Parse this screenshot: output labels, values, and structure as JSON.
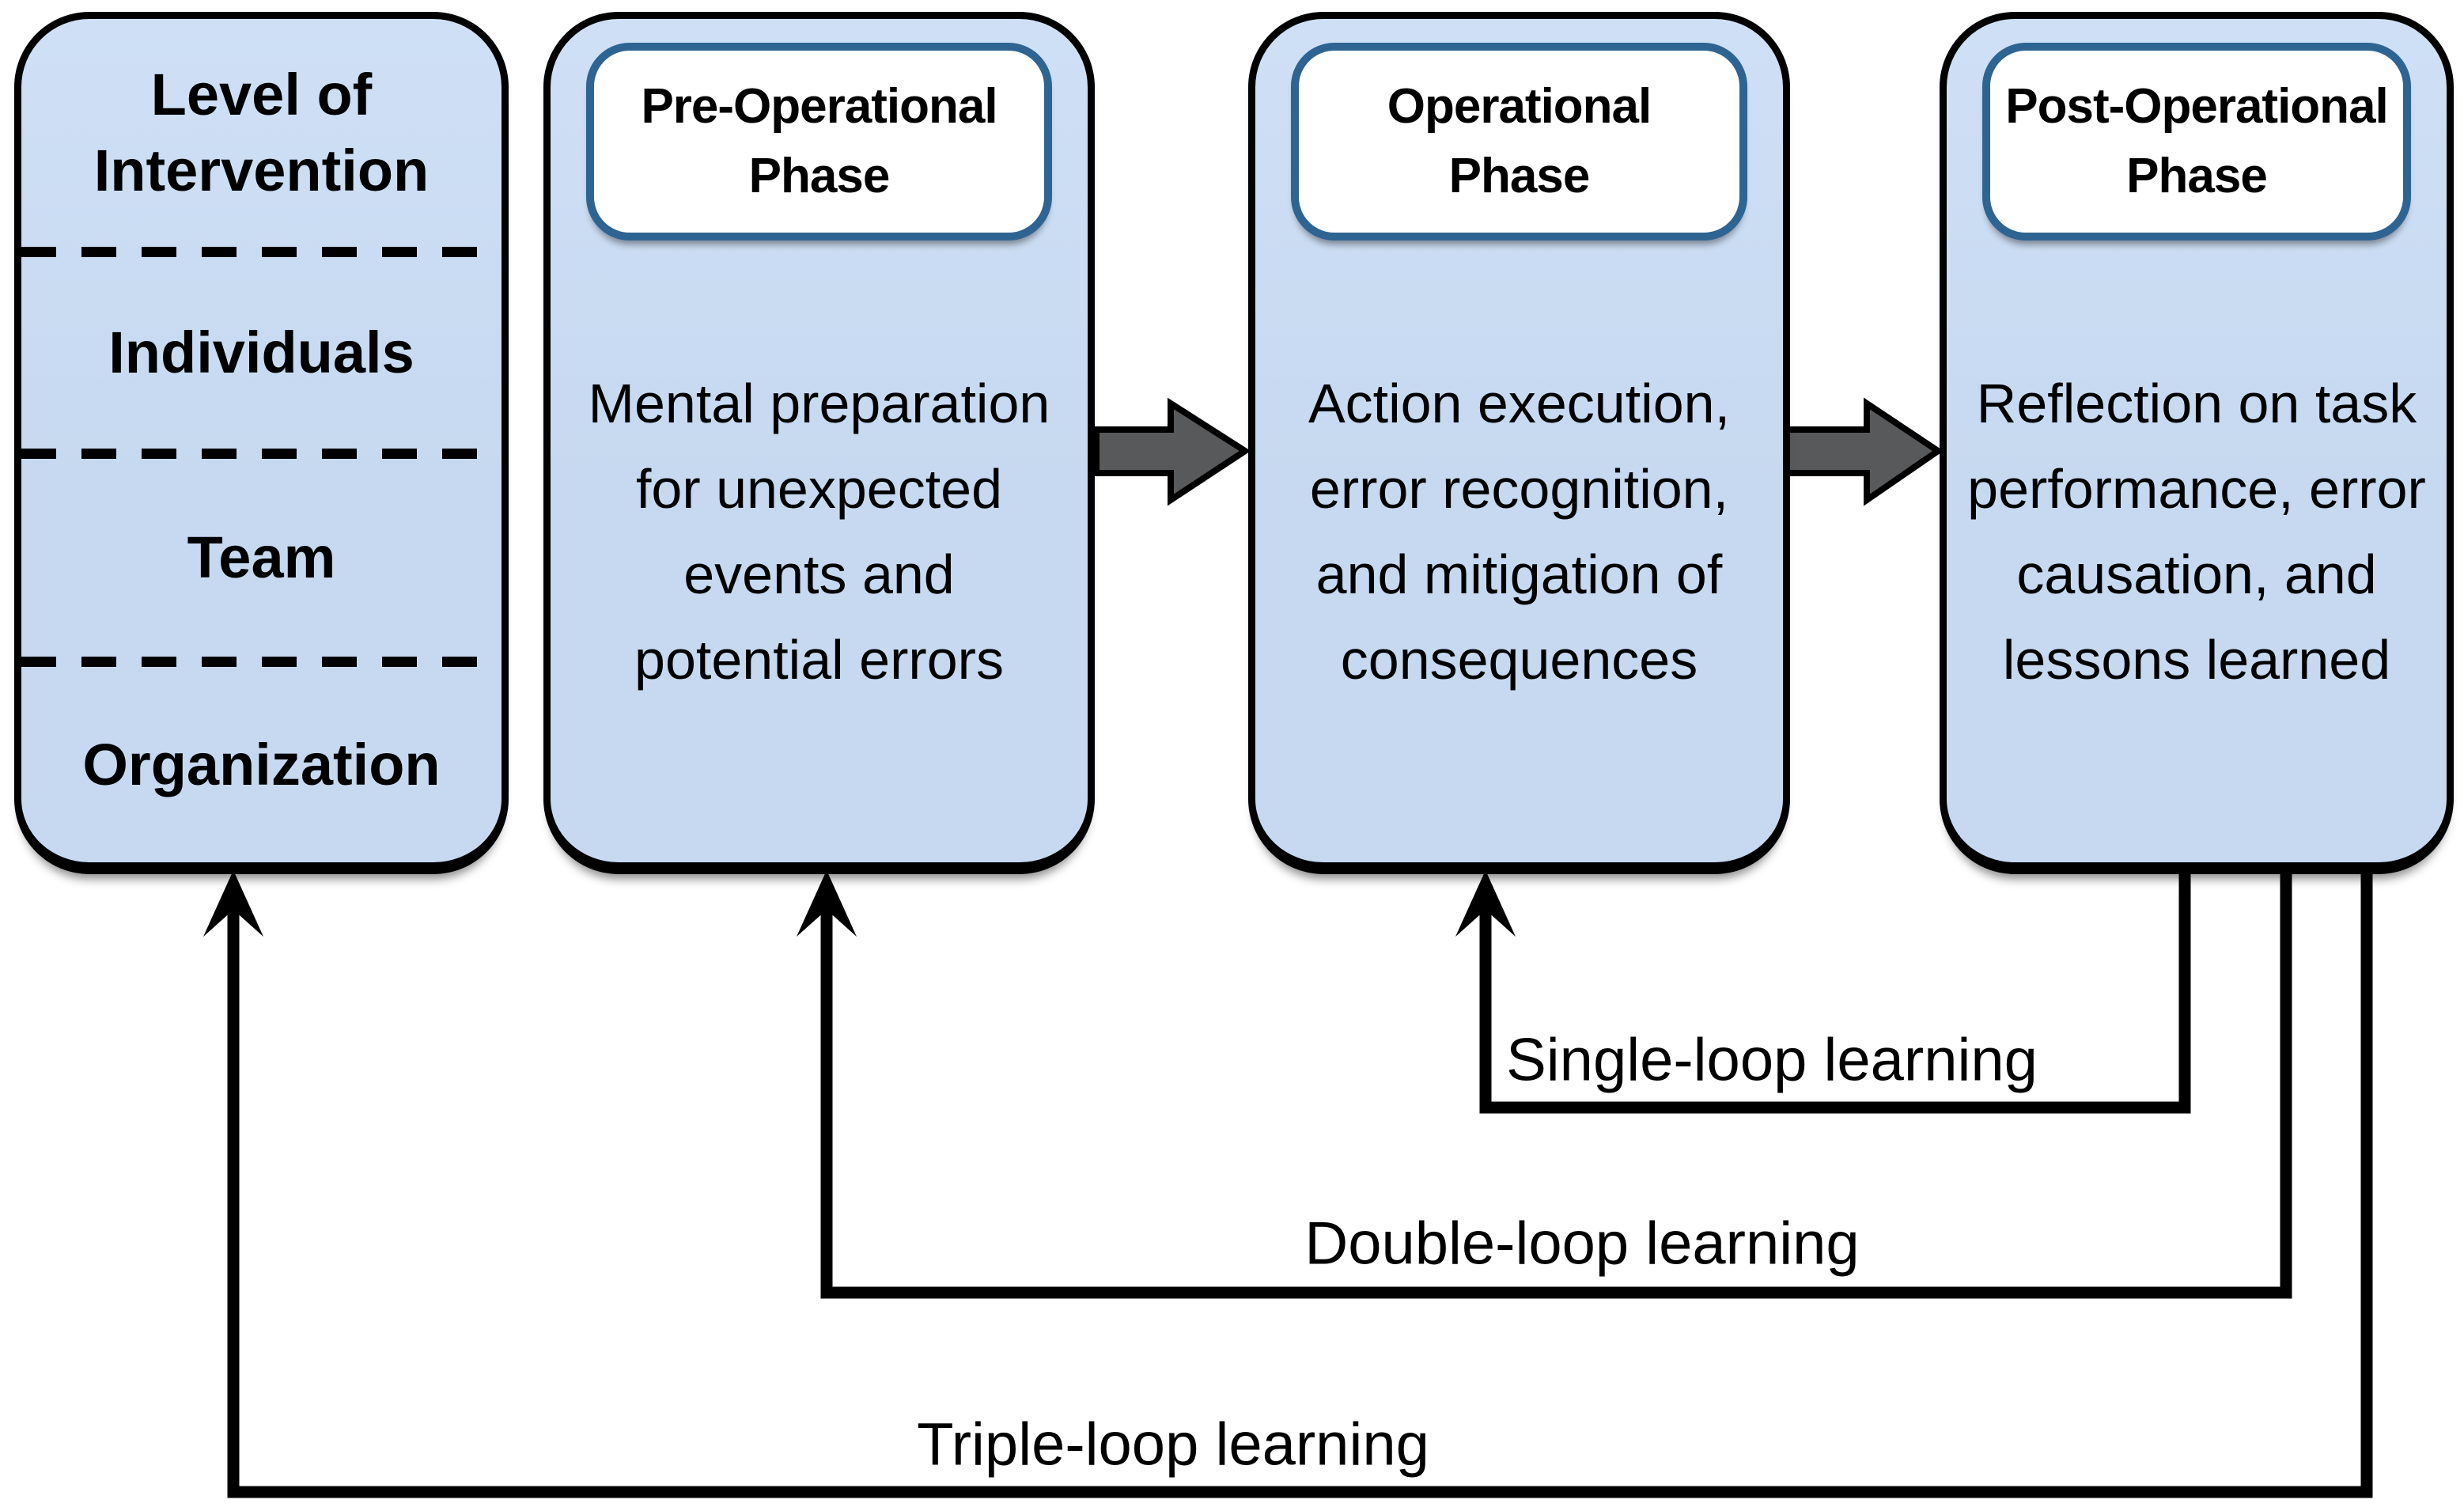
{
  "colors": {
    "box_fill": "#C6D9F0",
    "box_fill_top": "#CFE0F6",
    "box_border": "#000000",
    "pill_fill": "#FFFFFF",
    "pill_border": "#2E6492",
    "block_arrow_fill": "#58595B",
    "line_color": "#000000",
    "text_color": "#000000"
  },
  "intervention_box": {
    "title": "Level of\nIntervention",
    "levels": [
      "Individuals",
      "Team",
      "Organization"
    ]
  },
  "phases": [
    {
      "title": "Pre-Operational\nPhase",
      "body": "Mental preparation\nfor unexpected\nevents and\npotential errors"
    },
    {
      "title": "Operational\nPhase",
      "body": "Action execution,\nerror recognition,\nand mitigation of\nconsequences"
    },
    {
      "title": "Post-Operational\nPhase",
      "body": "Reflection on task\nperformance, error\ncausation, and\nlessons learned"
    }
  ],
  "loop_labels": {
    "single": "Single-loop learning",
    "double": "Double-loop learning",
    "triple": "Triple-loop learning"
  }
}
